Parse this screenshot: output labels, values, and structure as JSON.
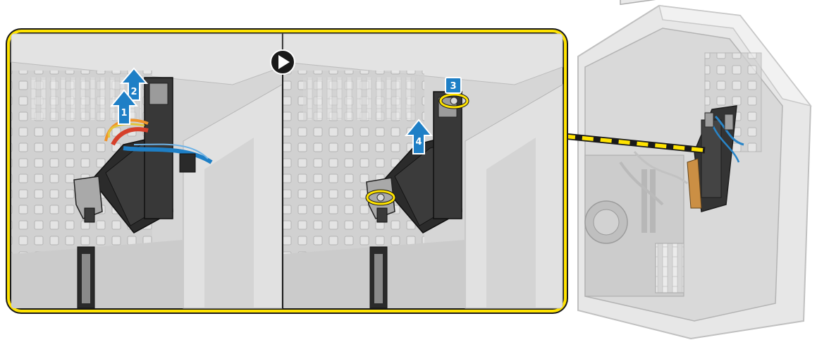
{
  "figure": {
    "highlight_color": "#ffe300",
    "arrow_color": "#1e7fc6",
    "step_badge_color": "#1e7fc6",
    "outline_color": "#1a1a1a",
    "background_gray": "#d8d8d8"
  },
  "steps": [
    {
      "number": "1",
      "icon": "arrow-up-icon"
    },
    {
      "number": "2",
      "icon": "arrow-up-icon"
    },
    {
      "number": "3",
      "icon": "square-badge-icon"
    },
    {
      "number": "4",
      "icon": "arrow-up-icon"
    }
  ],
  "icons": {
    "next_step": "play-next-icon"
  }
}
